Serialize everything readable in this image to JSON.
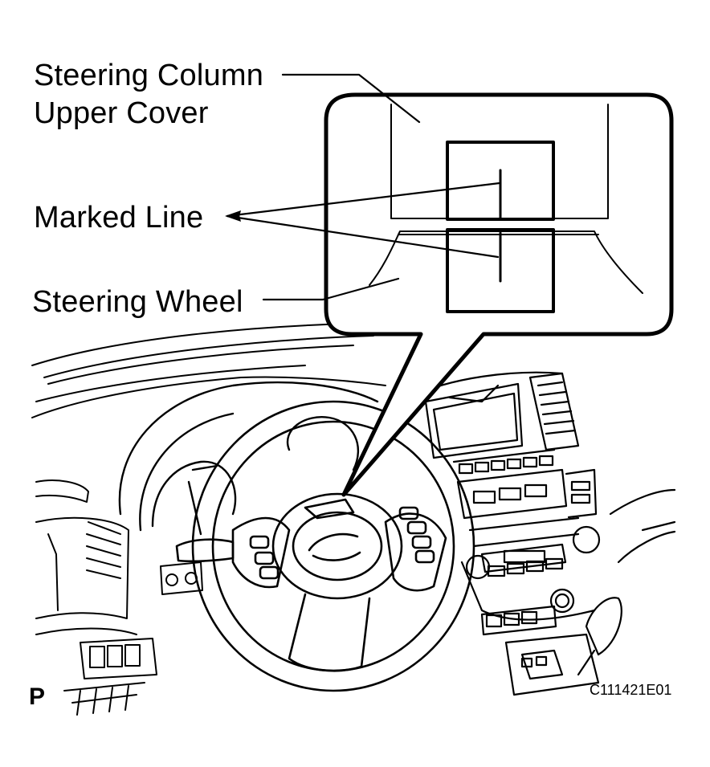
{
  "labels": {
    "steering_column_line1": "Steering Column",
    "steering_column_line2": "Upper Cover",
    "marked_line": "Marked Line",
    "steering_wheel": "Steering Wheel"
  },
  "figure_code": "C111421E01",
  "view_marker": "P",
  "colors": {
    "ink": "#000000",
    "paper": "#ffffff"
  }
}
